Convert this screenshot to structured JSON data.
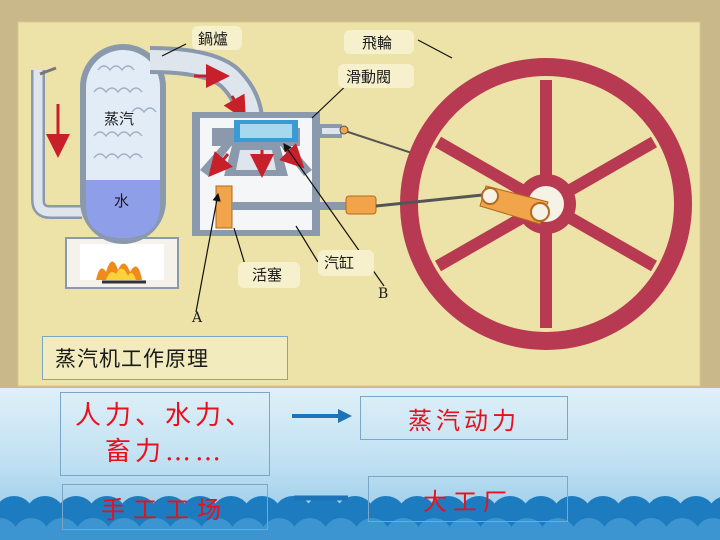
{
  "diagram": {
    "labels": {
      "boiler": "鍋爐",
      "flywheel": "飛輪",
      "slide_valve": "滑動閥",
      "steam": "蒸汽",
      "water": "水",
      "piston": "活塞",
      "cylinder": "汽缸",
      "point_a": "A",
      "point_b": "B"
    },
    "caption": "蒸汽机工作原理"
  },
  "flow": {
    "source_line1": "人力、水力、",
    "source_line2": "畜力……",
    "steam_power": "蒸汽动力",
    "handicraft": "手工工场",
    "factory": "大工厂"
  },
  "colors": {
    "panel": "#ede3a8",
    "wheel": "#b83a52",
    "pipe": "#cfd6e0",
    "text_red": "#e8101c",
    "arrow_blue": "#1d73b8",
    "band_top": "#cfe6f2",
    "band_bottom": "#8ec4e6",
    "circles": "#1d7cc0"
  }
}
